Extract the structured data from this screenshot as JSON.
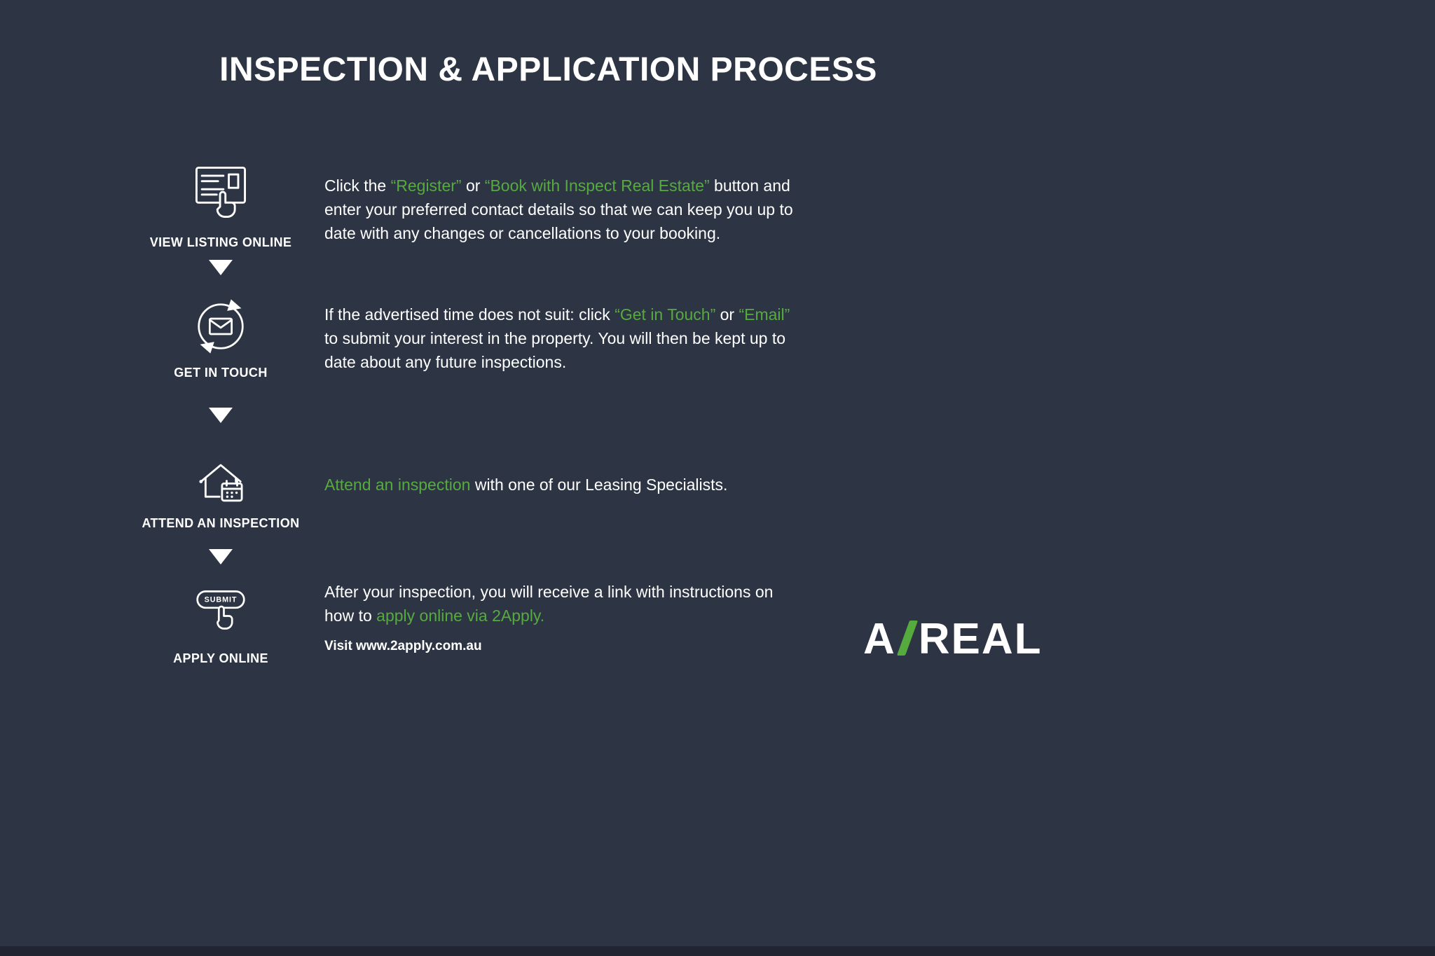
{
  "colors": {
    "background": "#2d3444",
    "accent": "#56ab3e",
    "text": "#ffffff"
  },
  "title": "INSPECTION & APPLICATION PROCESS",
  "flow_arrow_icon": "triangle-down-arrow-icon",
  "steps": [
    {
      "label": "VIEW LISTING ONLINE",
      "icon": "listing-cursor-icon",
      "segments": [
        {
          "text": "Click the ",
          "accent": false
        },
        {
          "text": "“Register”",
          "accent": true
        },
        {
          "text": " or ",
          "accent": false
        },
        {
          "text": "“Book with Inspect Real Estate”",
          "accent": true
        },
        {
          "text": " button and\nenter your preferred contact details so that we can keep you up to\ndate with any changes or cancellations to your booking.",
          "accent": false
        }
      ]
    },
    {
      "label": "GET IN TOUCH",
      "icon": "envelope-sync-icon",
      "segments": [
        {
          "text": "If the advertised time does not suit: click ",
          "accent": false
        },
        {
          "text": "“Get in Touch”",
          "accent": true
        },
        {
          "text": " or ",
          "accent": false
        },
        {
          "text": "“Email”",
          "accent": true
        },
        {
          "text": "\nto submit your interest in the property. You will then be kept up to\ndate about any future inspections.",
          "accent": false
        }
      ]
    },
    {
      "label": "ATTEND AN INSPECTION",
      "icon": "house-calendar-icon",
      "segments": [
        {
          "text": "Attend an inspection",
          "accent": true
        },
        {
          "text": " with one of our Leasing Specialists.",
          "accent": false
        }
      ]
    },
    {
      "label": "APPLY ONLINE",
      "icon": "submit-button-icon",
      "button_label": "SUBMIT",
      "segments": [
        {
          "text": "After your inspection, you will receive a link with instructions on\nhow to ",
          "accent": false
        },
        {
          "text": "apply online via 2Apply.",
          "accent": true
        }
      ]
    }
  ],
  "footer_note": "Visit www.2apply.com.au",
  "logo": {
    "prefix": "A",
    "slash_icon": "green-slash-icon",
    "suffix": "REAL"
  }
}
